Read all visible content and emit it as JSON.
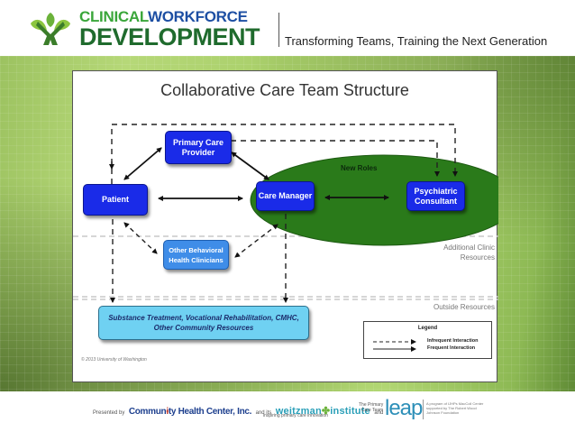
{
  "header": {
    "logo_line1_part1": "CLINICAL",
    "logo_line1_part2": "WORKFORCE",
    "logo_line2": "DEVELOPMENT",
    "tagline": "Transforming Teams, Training the Next Generation",
    "logo_icon": "leaf-figure-icon",
    "colors": {
      "green_light": "#3aa63a",
      "blue": "#1d4fa3",
      "green_dark": "#1f6b2d"
    }
  },
  "diagram": {
    "title": "Collaborative Care Team Structure",
    "nodes": {
      "primary_care_provider": "Primary Care Provider",
      "patient": "Patient",
      "care_manager": "Care Manager",
      "psychiatric_consultant": "Psychiatric Consultant",
      "other_behavioral": "Other Behavioral Health Clinicians",
      "outside_resources": "Substance Treatment, Vocational Rehabilitation, CMHC, Other Community Resources"
    },
    "group_label": "New Roles",
    "zones": {
      "additional_clinic": "Additional Clinic Resources",
      "outside": "Outside Resources"
    },
    "legend": {
      "title": "Legend",
      "infrequent": "Infrequent Interaction",
      "frequent": "Frequent Interaction"
    },
    "copyright": "© 2013 University of Washington",
    "edges": [
      {
        "from": "Patient",
        "to": "Primary Care Provider",
        "type": "frequent",
        "bidirectional": true
      },
      {
        "from": "Primary Care Provider",
        "to": "Care Manager",
        "type": "frequent",
        "bidirectional": true
      },
      {
        "from": "Patient",
        "to": "Care Manager",
        "type": "frequent",
        "bidirectional": true
      },
      {
        "from": "Care Manager",
        "to": "Psychiatric Consultant",
        "type": "frequent",
        "bidirectional": true
      },
      {
        "from": "Primary Care Provider",
        "to": "Psychiatric Consultant",
        "type": "infrequent",
        "bidirectional": false
      },
      {
        "from": "Patient",
        "to": "Psychiatric Consultant",
        "type": "infrequent",
        "bidirectional": true
      },
      {
        "from": "Patient",
        "to": "Other Behavioral Health Clinicians",
        "type": "infrequent",
        "bidirectional": true
      },
      {
        "from": "Care Manager",
        "to": "Other Behavioral Health Clinicians",
        "type": "infrequent",
        "bidirectional": true
      },
      {
        "from": "Patient",
        "to": "Outside Resources",
        "type": "infrequent",
        "bidirectional": false
      },
      {
        "from": "Care Manager",
        "to": "Outside Resources",
        "type": "infrequent",
        "bidirectional": false
      }
    ],
    "colors": {
      "node_dark": "#1a2be8",
      "node_light": "#3f8de8",
      "node_cyan": "#6fd1f2",
      "ellipse": "#2a7a1a"
    }
  },
  "footer": {
    "presented_by": "Presented by",
    "chc": "Commun",
    "chc_rest": "ty Health Center, Inc.",
    "and_its": "and its",
    "weitzman": "weitzman",
    "institute": "institute",
    "weitzman_sub": "inspiring primary care innovation",
    "and": "and",
    "primary_care_team_line1": "The Primary",
    "primary_care_team_line2": "Care Team",
    "leap": "leap",
    "leap_desc_line1": "A program of  IJHPs MacColl Center",
    "leap_desc_line2": "supported by The Robert Wood",
    "leap_desc_line3": "Johnson Foundation"
  }
}
